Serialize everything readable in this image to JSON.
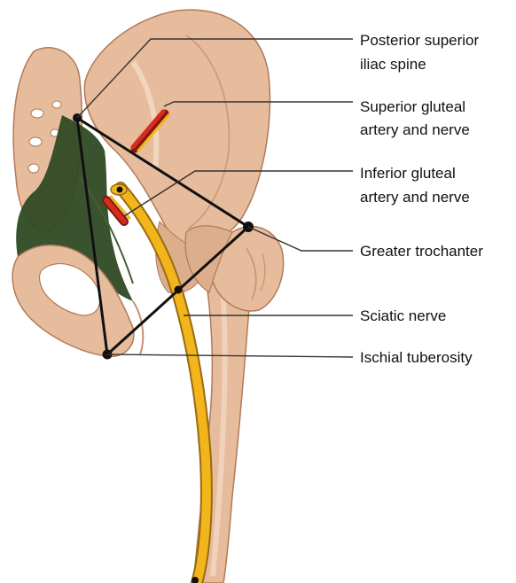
{
  "labels": {
    "psis_line1": "Posterior superior",
    "psis_line2": "iliac spine",
    "sup_line1": "Superior gluteal",
    "sup_line2": "artery and nerve",
    "inf_line1": "Inferior gluteal",
    "inf_line2": "artery and nerve",
    "greater_trochanter": "Greater trochanter",
    "sciatic_nerve": "Sciatic nerve",
    "ischial_tuberosity": "Ischial tuberosity"
  },
  "colors": {
    "bone": "#e7bc9d",
    "bone_shade": "#c98f6d",
    "bone_light": "#f4dcc6",
    "ligament": "#2f4a24",
    "nerve": "#f2b51b",
    "nerve_edge": "#9a6a10",
    "artery": "#d72b1f",
    "line": "#111111"
  }
}
